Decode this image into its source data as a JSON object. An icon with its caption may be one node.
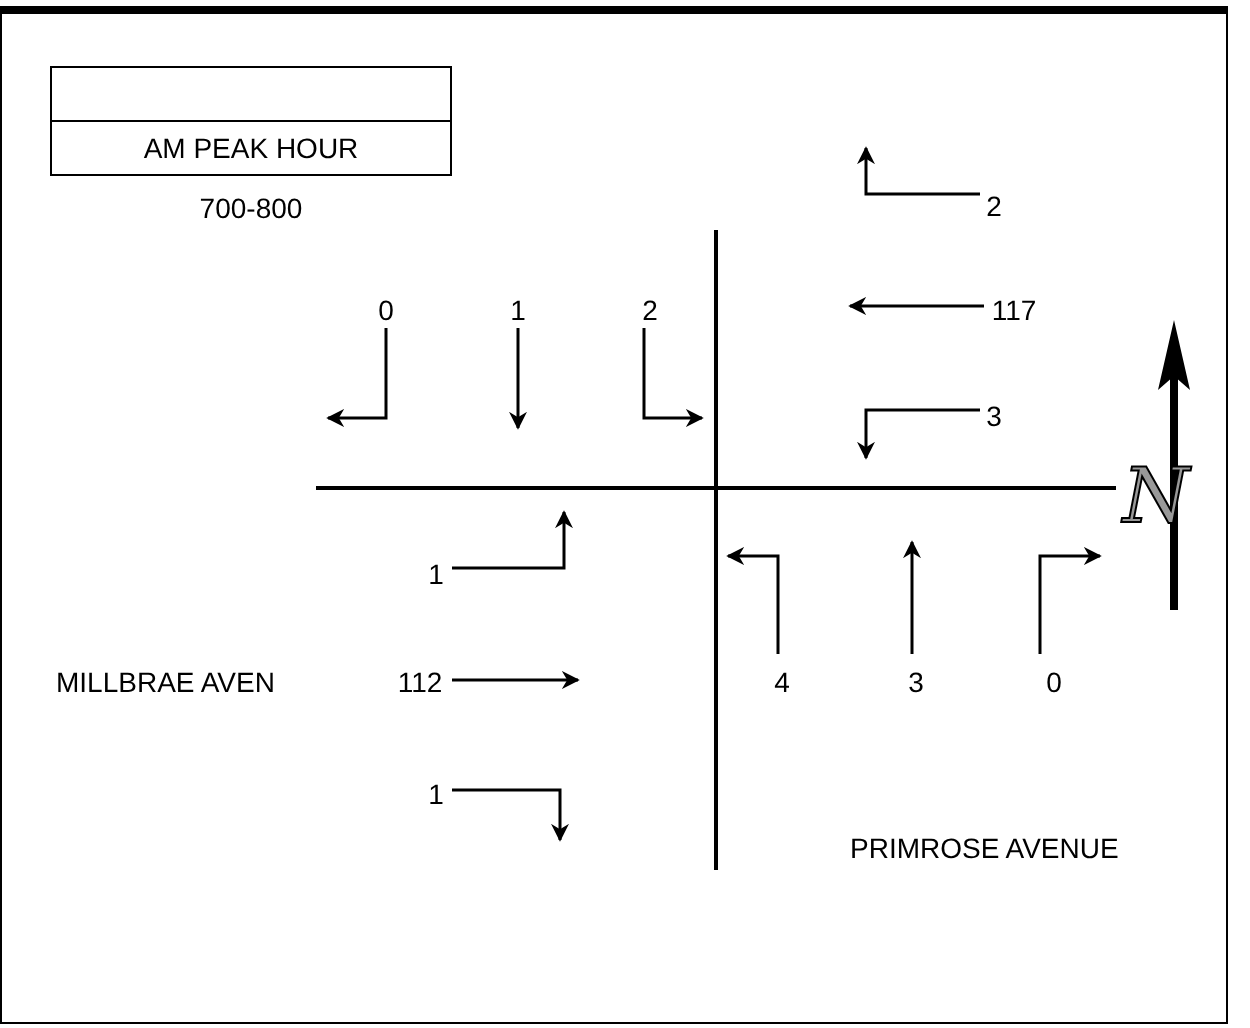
{
  "diagram": {
    "nodes": [
      {
        "text": [],
        "shape": "box"
      },
      {
        "text": [
          "AM PEAK HOUR"
        ],
        "beside": [
          "700-800"
        ]
      }
    ],
    "labels": [
      "2",
      "0",
      "1",
      "2",
      "117",
      "3",
      "N",
      "1",
      "MILLBRAE AVEN",
      "112",
      "4",
      "3",
      "0",
      "1",
      "PRIMROSE AVENUE"
    ]
  }
}
